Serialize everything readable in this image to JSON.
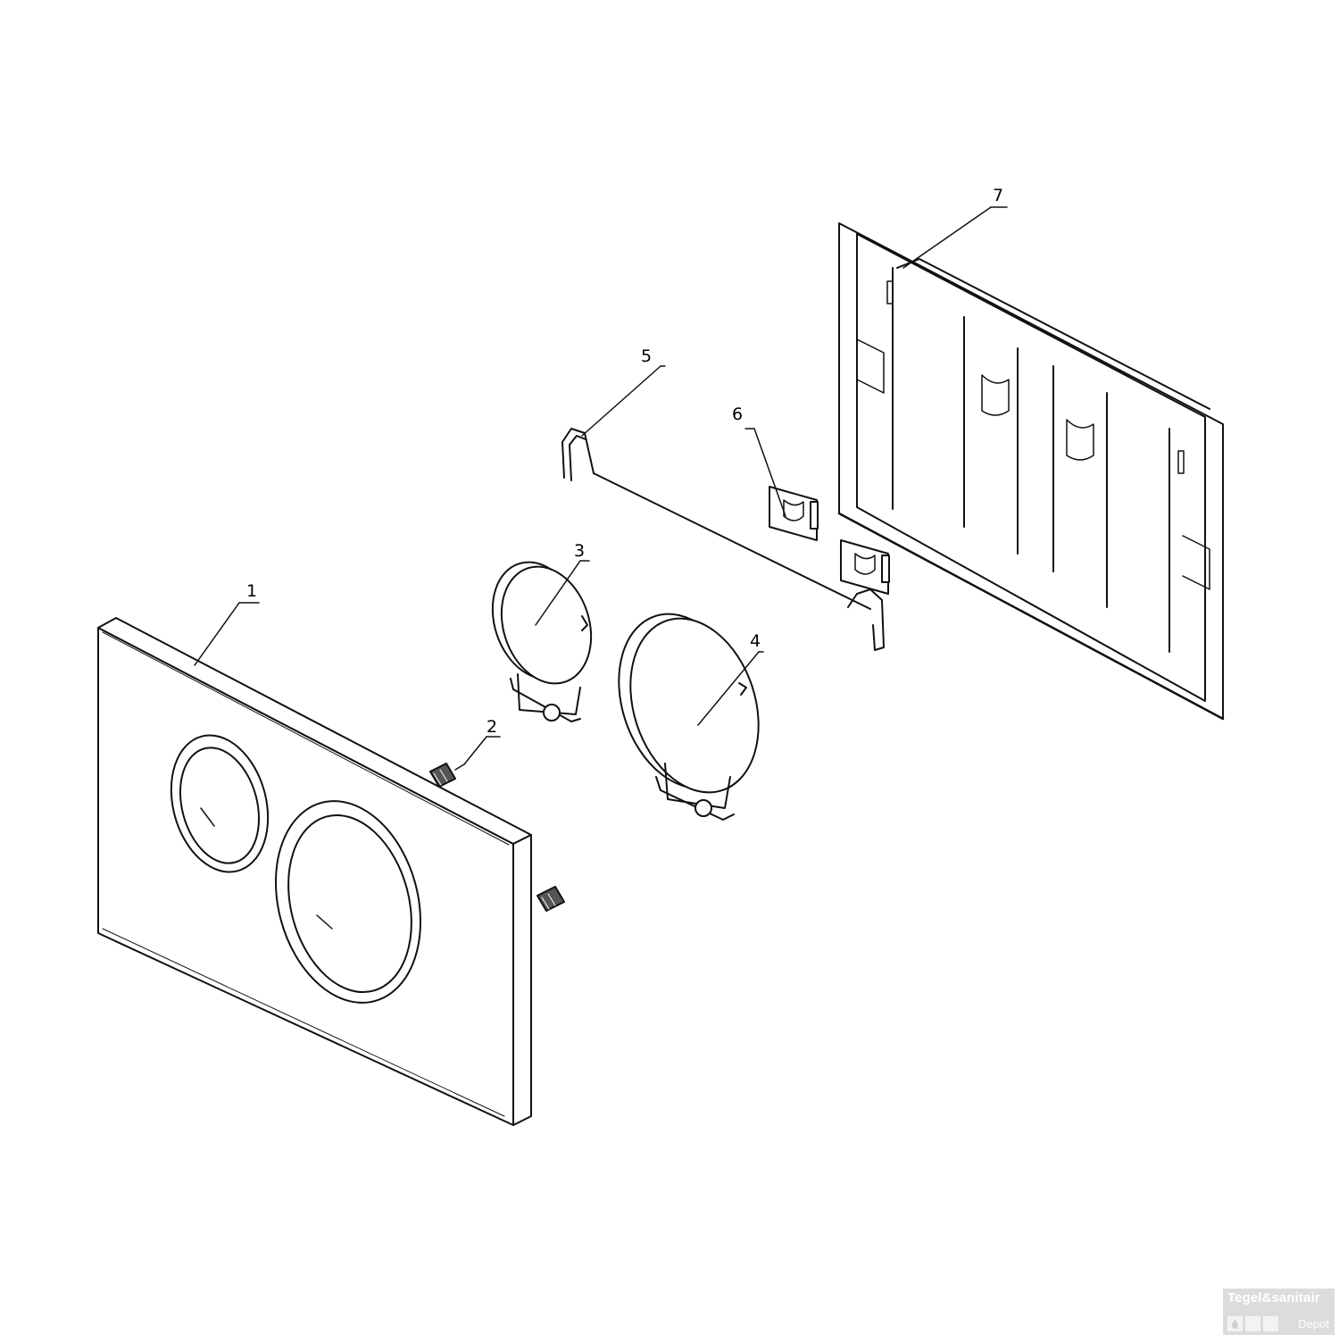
{
  "diagram": {
    "callouts": [
      {
        "id": "1",
        "label": "1"
      },
      {
        "id": "2",
        "label": "2"
      },
      {
        "id": "3",
        "label": "3"
      },
      {
        "id": "4",
        "label": "4"
      },
      {
        "id": "5",
        "label": "5"
      },
      {
        "id": "6",
        "label": "6"
      },
      {
        "id": "7",
        "label": "7"
      }
    ]
  },
  "watermark": {
    "top_text": "Tegel&sanitair",
    "bottom_text": "Depot"
  },
  "colors": {
    "line": "#111111",
    "background": "#ffffff",
    "watermark_bg": "#d9d9d9"
  }
}
